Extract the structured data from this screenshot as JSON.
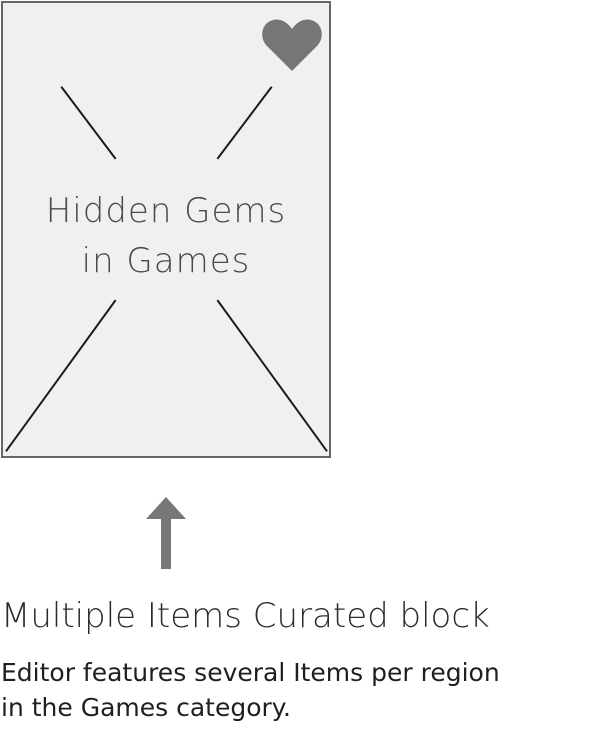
{
  "card": {
    "title_line_1": "Hidden Gems",
    "title_line_2": "in Games",
    "background_color": "#f0f0f0",
    "border_color": "#666666",
    "heart_color": "#777777"
  },
  "annotation": {
    "arrow_color": "#777777",
    "title": "Multiple Items Curated block",
    "description_line_1": "Editor features several Items per region",
    "description_line_2": "in the Games category."
  },
  "icons": {
    "heart": "heart-icon",
    "arrow": "arrow-up-icon"
  }
}
